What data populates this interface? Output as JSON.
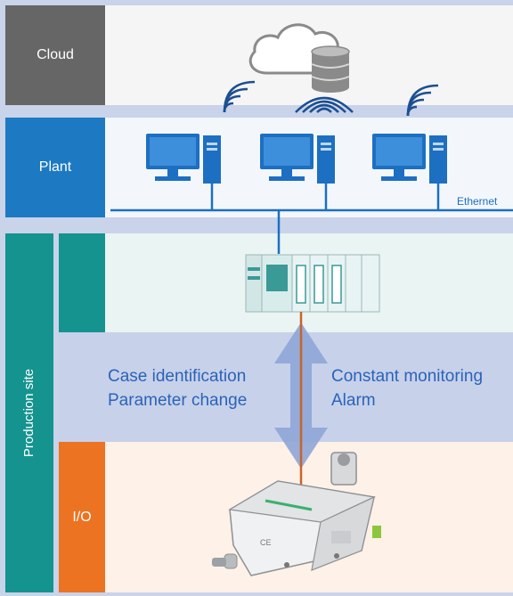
{
  "layers": {
    "cloud": "Cloud",
    "plant": "Plant",
    "production_site": "Production site",
    "io": "I/O"
  },
  "network": {
    "ethernet": "Ethernet"
  },
  "captions": {
    "left_line1": "Case identification",
    "left_line2": "Parameter change",
    "right_line1": "Constant monitoring",
    "right_line2": "Alarm"
  },
  "colors": {
    "cloud_label_bg": "#666666",
    "plant_label_bg": "#1d7ac2",
    "production_site_bg": "#14938f",
    "io_bg": "#ec7322",
    "caption_text": "#2a63b8"
  }
}
